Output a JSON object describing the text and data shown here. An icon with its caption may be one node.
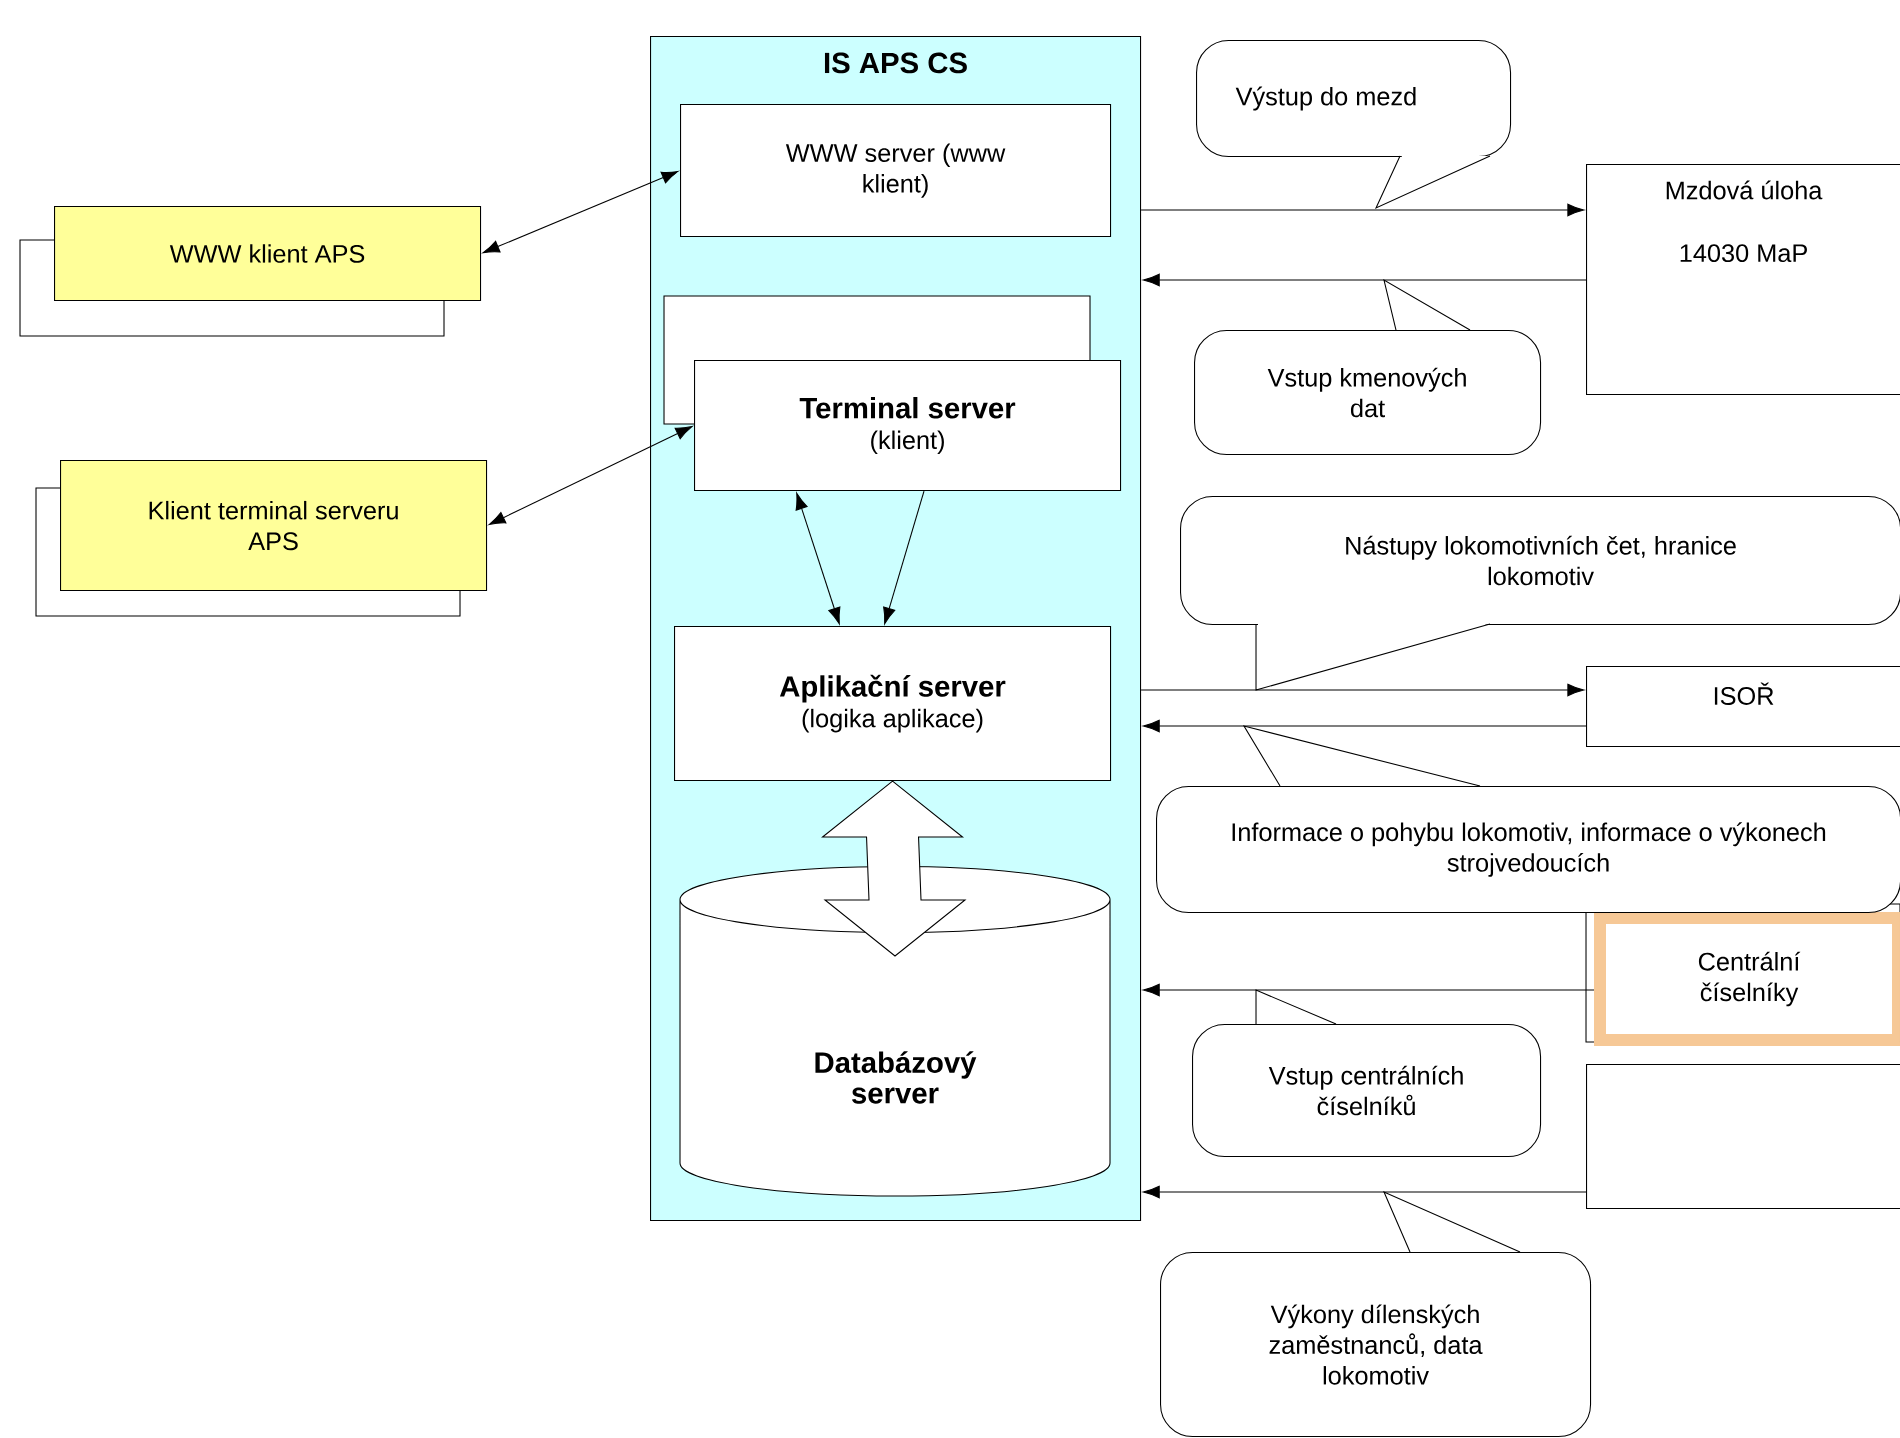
{
  "diagram": {
    "nodes": [
      {
        "text": [
          "IS APS CS"
        ]
      },
      {
        "text": [
          "WWW server (www klient)"
        ],
        "in": 0
      },
      {
        "text": [
          "Terminal server",
          "(klient)"
        ],
        "in": 0
      },
      {
        "text": [
          "Aplikační server",
          "(logika aplikace)"
        ],
        "in": 0
      },
      {
        "text": [
          "Databázový server"
        ],
        "in": 0
      },
      {
        "text": [
          "WWW klient APS"
        ]
      },
      {
        "text": [
          "Klient terminal serveru APS"
        ]
      },
      {
        "text": [
          "Mzdová úloha",
          "14030 MaP"
        ]
      },
      {
        "text": [
          "ISOŘ"
        ]
      },
      {
        "text": [
          "Centrální číselníky"
        ]
      },
      {
        "text": [],
        "shape": "box"
      },
      {
        "text": [
          "Výstup do mezd"
        ]
      },
      {
        "text": [
          "Vstup kmenových dat"
        ]
      },
      {
        "text": [
          "Nástupy lokomotivních čet, hranice lokomotiv"
        ]
      },
      {
        "text": [
          "Informace o pohybu lokomotiv, informace o výkonech strojvedoucích"
        ]
      },
      {
        "text": [
          "Vstup centrálních číselníků"
        ]
      },
      {
        "text": [
          "Výkony dílenských zaměstnanců, data lokomotiv"
        ]
      }
    ],
    "edges": [
      {
        "from": 5,
        "to": 1,
        "arrow": "both"
      },
      {
        "from": 6,
        "to": 2,
        "arrow": "both"
      },
      {
        "from": 2,
        "to": 3,
        "arrow": "both"
      },
      {
        "from": 2,
        "to": 3,
        "arrow": "to"
      },
      {
        "from": 3,
        "to": 4,
        "arrow": "both",
        "style": "thick"
      },
      {
        "from": 0,
        "to": 7,
        "arrow": "to"
      },
      {
        "from": 7,
        "to": 0,
        "arrow": "to"
      },
      {
        "from": 0,
        "to": 8,
        "arrow": "to"
      },
      {
        "from": 8,
        "to": 0,
        "arrow": "to"
      },
      {
        "from": 9,
        "to": 0,
        "arrow": "to"
      },
      {
        "from": 10,
        "to": 0,
        "arrow": "to"
      }
    ]
  }
}
